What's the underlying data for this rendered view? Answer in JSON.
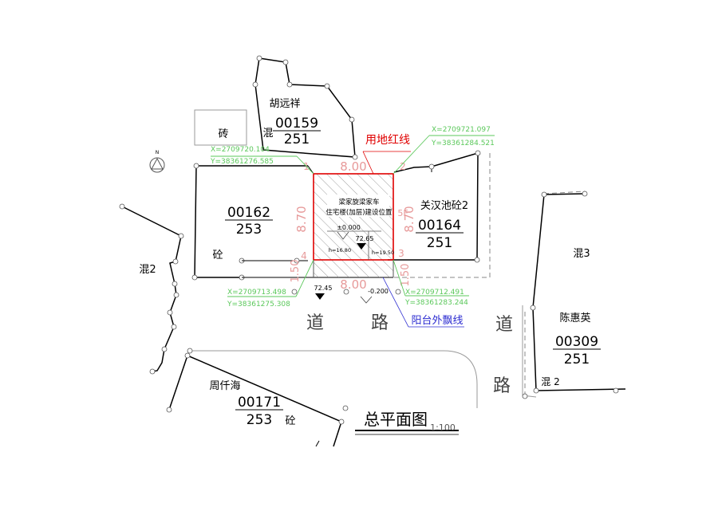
{
  "drawing": {
    "title": "总平面图",
    "scale": "1:100",
    "north_label": "N"
  },
  "parcels": [
    {
      "owner": "胡远祥",
      "code": "00159",
      "sub": "251",
      "material": "混"
    },
    {
      "owner": "",
      "code": "00162",
      "sub": "253",
      "material": "砼"
    },
    {
      "owner": "关汉池",
      "code": "00164",
      "sub": "251",
      "material": "砼2"
    },
    {
      "owner": "陈惠英",
      "code": "00309",
      "sub": "251",
      "material": "混3"
    },
    {
      "owner": "周仟海",
      "code": "00171",
      "sub": "253",
      "material": "砼"
    }
  ],
  "labels": {
    "brick": "砖",
    "mixed_left": "混2",
    "mixed_bottom_right": "混 2",
    "road_1": "道",
    "road_2": "路",
    "road_3": "道",
    "road_4": "路"
  },
  "site": {
    "building_line1": "梁家旋梁家车",
    "building_line2": "住宅楼(加层)建设位置",
    "floors": "5F",
    "zero_level": "±0.000",
    "level_inside": "72.65",
    "level_outside": "72.45",
    "level_minus": "-0.200",
    "h_left": "h=16.80",
    "h_right": "h=19.50",
    "dim_top": "8.00",
    "dim_bottom": "8.00",
    "dim_left": "8.70",
    "dim_right": "8.70",
    "dim_left_small": "1.50",
    "dim_right_small": "1.50",
    "corner_1": "1",
    "corner_2": "2",
    "corner_3": "3",
    "corner_4": "4",
    "red_line_label": "用地红线",
    "balcony_label": "阳台外飘线"
  },
  "coords": {
    "p1_x": "X=2709720.104",
    "p1_y": "Y=38361276.585",
    "p2_x": "X=2709721.097",
    "p2_y": "Y=38361284.521",
    "p3_x": "X=2709712.491",
    "p3_y": "Y=38361283.244",
    "p4_x": "X=2709713.498",
    "p4_y": "Y=38361275.308"
  },
  "colors": {
    "red_line": "#e00000",
    "coord_green": "#5bc85b",
    "dim_pink": "#e79a9a",
    "balcony_blue": "#2b2bd0"
  }
}
